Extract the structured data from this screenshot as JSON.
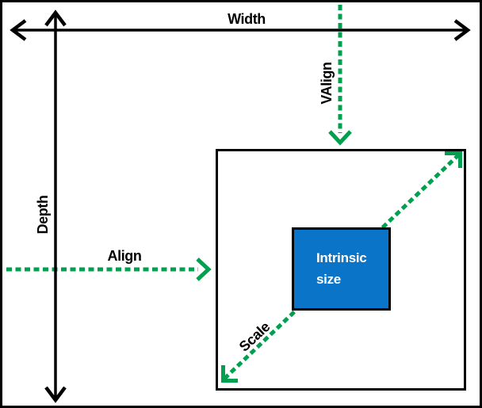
{
  "figure": {
    "title": "sizing-and-alignment-diagram",
    "labels": {
      "width": "Width",
      "depth": "Depth",
      "valign": "VAlign",
      "align": "Align",
      "scale": "Scale",
      "intrinsic": "Intrinsic size"
    },
    "colors": {
      "line": "#000000",
      "dash_green": "#00A04F",
      "box_blue": "#0A74C8",
      "box_text": "#FFFFFF",
      "background": "#FFFFFF"
    }
  }
}
